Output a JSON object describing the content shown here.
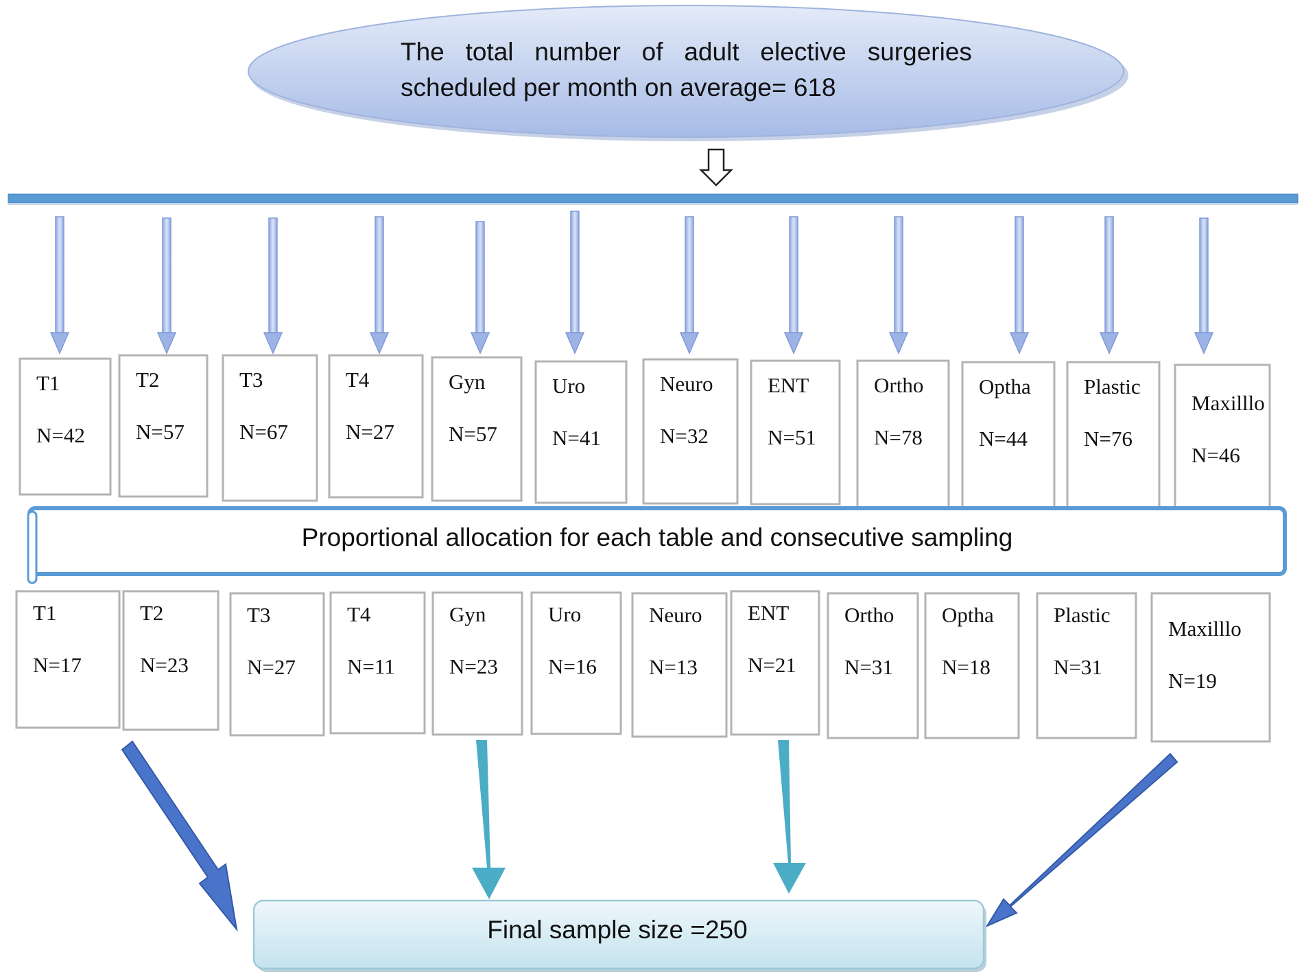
{
  "header": {
    "line1": "The   total   number   of   adult   elective   surgeries",
    "line2": "scheduled per month on average= 618"
  },
  "tables_monthly": [
    {
      "name": "T1",
      "n": "N=42"
    },
    {
      "name": "T2",
      "n": "N=57"
    },
    {
      "name": "T3",
      "n": "N=67"
    },
    {
      "name": "T4",
      "n": "N=27"
    },
    {
      "name": "Gyn",
      "n": "N=57"
    },
    {
      "name": "Uro",
      "n": "N=41"
    },
    {
      "name": "Neuro",
      "n": "N=32"
    },
    {
      "name": "ENT",
      "n": "N=51"
    },
    {
      "name": "Ortho",
      "n": "N=78"
    },
    {
      "name": "Optha",
      "n": "N=44"
    },
    {
      "name": "Plastic",
      "n": "N=76"
    },
    {
      "name": "Maxilllo",
      "n": "N=46"
    }
  ],
  "allocation_label": "Proportional allocation for each table and consecutive sampling",
  "tables_sampled": [
    {
      "name": "T1",
      "n": "N=17"
    },
    {
      "name": "T2",
      "n": "N=23"
    },
    {
      "name": "T3",
      "n": "N=27"
    },
    {
      "name": "T4",
      "n": "N=11"
    },
    {
      "name": "Gyn",
      "n": "N=23"
    },
    {
      "name": "Uro",
      "n": "N=16"
    },
    {
      "name": "Neuro",
      "n": "N=13"
    },
    {
      "name": "ENT",
      "n": "N=21"
    },
    {
      "name": "Ortho",
      "n": "N=31"
    },
    {
      "name": "Optha",
      "n": "N=18"
    },
    {
      "name": "Plastic",
      "n": "N=31"
    },
    {
      "name": "Maxilllo",
      "n": "N=19"
    }
  ],
  "final_label": "Final sample size =250",
  "colors": {
    "bar": "#5b9bd5",
    "ellipse_top": "#dde6f7",
    "ellipse_bottom": "#a8bde8",
    "final_box": "#d8eef5",
    "arrow_light": "#a9bde8",
    "arrow_teal": "#4bacc6",
    "arrow_blue": "#4472c4"
  }
}
